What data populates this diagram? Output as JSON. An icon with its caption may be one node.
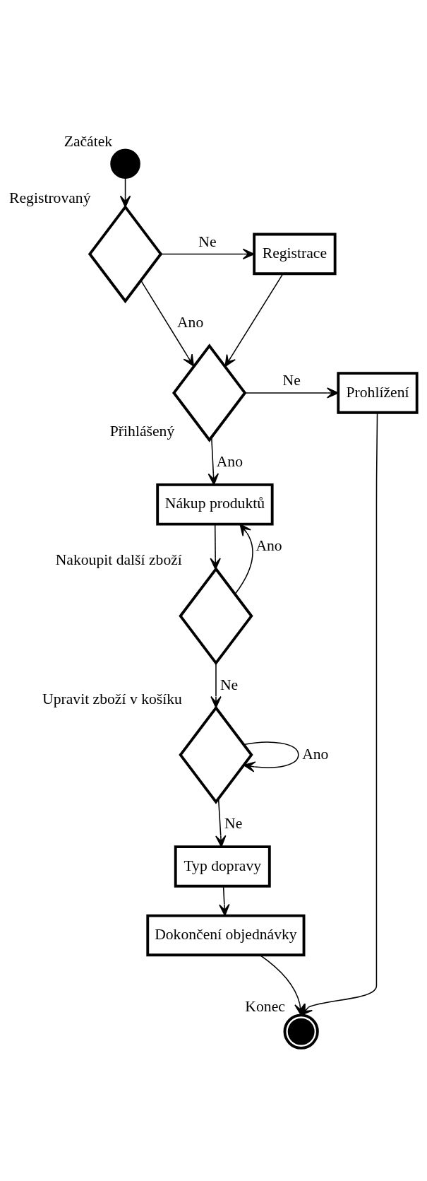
{
  "diagram": {
    "nodes": [
      {
        "text": [],
        "shape": "circle",
        "beside": [
          "Začátek"
        ]
      },
      {
        "text": [],
        "shape": "diamond",
        "beside": [
          "Registrovaný"
        ]
      },
      {
        "text": [
          "Registrace"
        ]
      },
      {
        "text": [],
        "shape": "diamond",
        "beside": [
          "Přihlášený"
        ]
      },
      {
        "text": [
          "Prohlížení"
        ]
      },
      {
        "text": [
          "Nákup produktů"
        ]
      },
      {
        "text": [],
        "shape": "diamond",
        "beside": [
          "Nakoupit další zboží"
        ]
      },
      {
        "text": [],
        "shape": "diamond",
        "beside": [
          "Upravit zboží v košíku"
        ]
      },
      {
        "text": [
          "Typ dopravy"
        ]
      },
      {
        "text": [
          "Dokončení objednávky"
        ]
      },
      {
        "text": [],
        "shape": "circle",
        "beside": [
          "Konec"
        ]
      }
    ],
    "edges": [
      {
        "from": 0,
        "to": 1,
        "arrow": "to"
      },
      {
        "from": 1,
        "to": 2,
        "arrow": "to",
        "label": "Ne"
      },
      {
        "from": 1,
        "to": 3,
        "arrow": "to",
        "label": "Ano"
      },
      {
        "from": 2,
        "to": 3,
        "arrow": "to"
      },
      {
        "from": 3,
        "to": 4,
        "arrow": "to",
        "label": "Ne"
      },
      {
        "from": 3,
        "to": 5,
        "arrow": "to",
        "label": "Ano"
      },
      {
        "from": 5,
        "to": 6,
        "arrow": "to"
      },
      {
        "from": 6,
        "to": 5,
        "arrow": "to",
        "label": "Ano"
      },
      {
        "from": 6,
        "to": 7,
        "arrow": "to",
        "label": "Ne"
      },
      {
        "from": 7,
        "to": 7,
        "arrow": "to",
        "label": "Ano"
      },
      {
        "from": 7,
        "to": 8,
        "arrow": "to",
        "label": "Ne"
      },
      {
        "from": 8,
        "to": 9,
        "arrow": "to"
      },
      {
        "from": 9,
        "to": 10,
        "arrow": "to"
      },
      {
        "from": 4,
        "to": 10,
        "arrow": "to"
      }
    ]
  }
}
